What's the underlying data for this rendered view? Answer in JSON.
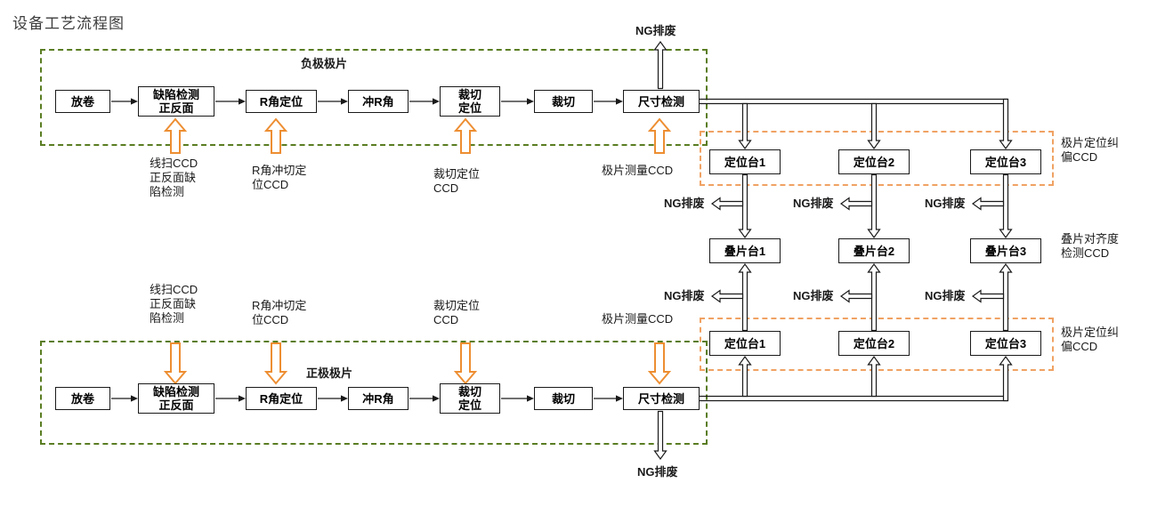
{
  "title": "设备工艺流程图",
  "colors": {
    "green_group_border": "#5a7d22",
    "orange_group_border": "#f0a263",
    "orange_arrow": "#ed8e32",
    "connector": "#1a1a1a"
  },
  "negative": {
    "group_label": "负极极片",
    "ng_label": "NG排废",
    "steps": [
      "放卷",
      "缺陷检测\n正反面",
      "R角定位",
      "冲R角",
      "裁切\n定位",
      "裁切",
      "尺寸检测"
    ],
    "ccd_labels": [
      "线扫CCD\n正反面缺\n陷检测",
      "R角冲切定\n位CCD",
      "裁切定位\nCCD",
      "极片测量CCD"
    ]
  },
  "positive": {
    "group_label": "正极极片",
    "ng_label": "NG排废",
    "steps": [
      "放卷",
      "缺陷检测\n正反面",
      "R角定位",
      "冲R角",
      "裁切\n定位",
      "裁切",
      "尺寸检测"
    ],
    "ccd_labels": [
      "线扫CCD\n正反面缺\n陷检测",
      "R角冲切定\n位CCD",
      "裁切定位\nCCD",
      "极片测量CCD"
    ]
  },
  "right": {
    "positioning_top": [
      "定位台1",
      "定位台2",
      "定位台3"
    ],
    "stacking": [
      "叠片台1",
      "叠片台2",
      "叠片台3"
    ],
    "positioning_bottom": [
      "定位台1",
      "定位台2",
      "定位台3"
    ],
    "top_label": "极片定位纠\n偏CCD",
    "middle_label": "叠片对齐度\n检测CCD",
    "bottom_label": "极片定位纠\n偏CCD",
    "ng_row1": [
      "NG排废",
      "NG排废",
      "NG排废"
    ],
    "ng_row2": [
      "NG排废",
      "NG排废",
      "NG排废"
    ]
  }
}
